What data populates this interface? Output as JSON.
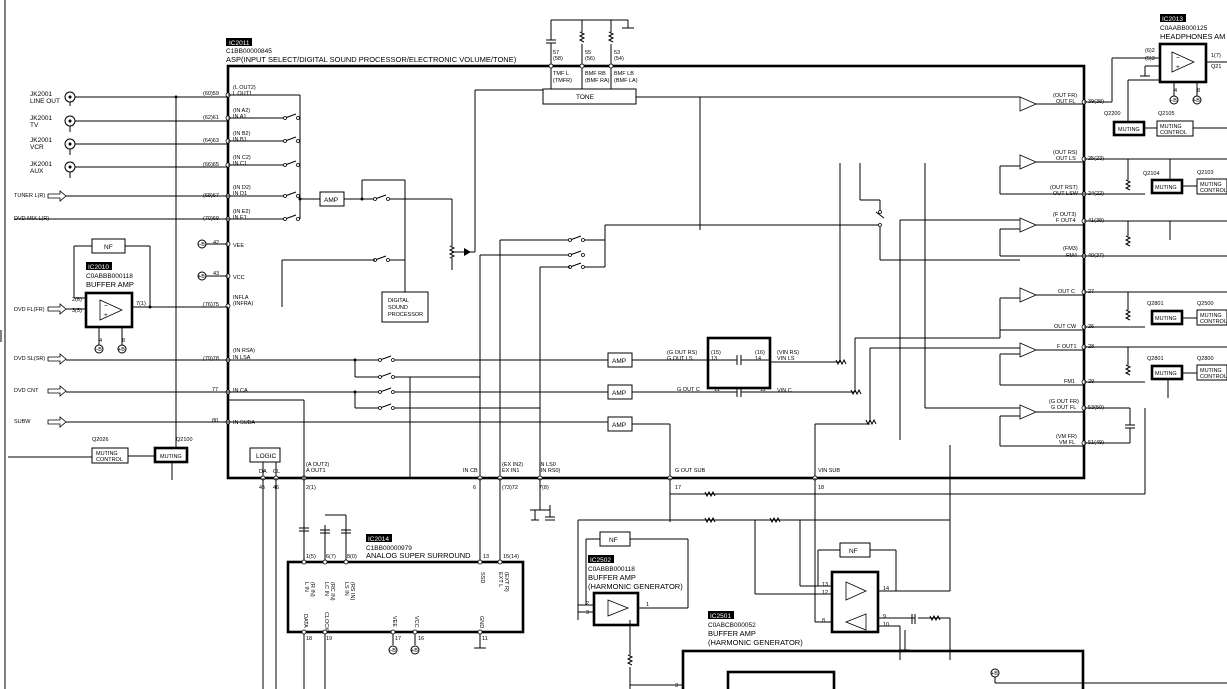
{
  "ics": {
    "ic2011": {
      "ref": "IC2011",
      "part": "C1BB00000845",
      "desc": "ASP(INPUT SELECT/DIGITAL SOUND PROCESSOR/ELECTRONIC VOLUME/TONE)"
    },
    "ic2013": {
      "ref": "IC2013",
      "part": "C0AABB000125",
      "desc": "HEADPHONES AM"
    },
    "ic2010": {
      "ref": "IC2010",
      "part": "C0ABBB000118",
      "desc": "BUFFER AMP"
    },
    "ic2014": {
      "ref": "IC2014",
      "part": "C1BB00000979",
      "desc": "ANALOG SUPER SURROUND"
    },
    "ic2502": {
      "ref": "IC2502",
      "part": "C0ABBB000118",
      "desc1": "BUFFER AMP",
      "desc2": "(HARMONIC GENERATOR)"
    },
    "ic2501": {
      "ref": "IC2501",
      "part": "C0ABCB000052",
      "desc1": "BUFFER AMP",
      "desc2": "(HARMONIC GENERATOR)"
    }
  },
  "jacks": [
    {
      "ref": "JK2001",
      "name": "LINE OUT"
    },
    {
      "ref": "JK2001",
      "name": "TV"
    },
    {
      "ref": "JK2001",
      "name": "VCR"
    },
    {
      "ref": "JK2001",
      "name": "AUX"
    }
  ],
  "inputs": {
    "tuner": "TUNER L(R)",
    "dvd_mix": "DVD MIX L(R)",
    "dvd_fl": "DVD FL(FR)",
    "dvd_sl": "DVD SL(SR)",
    "dvd_cnt": "DVD CNT",
    "subw": "SUBW"
  },
  "left_pins": [
    {
      "num": "(60)59",
      "n1": "(L OUT2)",
      "n2": "L OUT1"
    },
    {
      "num": "(62)61",
      "n1": "(IN A2)",
      "n2": "IN A1"
    },
    {
      "num": "(64)63",
      "n1": "(IN B2)",
      "n2": "IN B1"
    },
    {
      "num": "(66)65",
      "n1": "(IN C2)",
      "n2": "IN C1"
    },
    {
      "num": "(68)67",
      "n1": "(IN D2)",
      "n2": "IN D1"
    },
    {
      "num": "(70)69",
      "n1": "(IN E2)",
      "n2": "IN E1"
    },
    {
      "num": "42",
      "n1": "",
      "n2": "VEE"
    },
    {
      "num": "43",
      "n1": "",
      "n2": "VCC"
    },
    {
      "num": "(76)75",
      "n1": "INFLA",
      "n2": "(INFRA)"
    },
    {
      "num": "(79)78",
      "n1": "(IN RSA)",
      "n2": "IN LSA"
    },
    {
      "num": "77",
      "n1": "",
      "n2": "IN CA"
    },
    {
      "num": "80",
      "n1": "",
      "n2": "IN SUBA"
    }
  ],
  "right_pins": [
    {
      "num": "39(38)",
      "n1": "(OUT FR)",
      "n2": "OUT FL"
    },
    {
      "num": "25(23)",
      "n1": "(OUT RS)",
      "n2": "OUT LS"
    },
    {
      "num": "24(22)",
      "n1": "(OUT RST)",
      "n2": "OUT LSW"
    },
    {
      "num": "41(38)",
      "n1": "(F OUT3)",
      "n2": "F OUT4"
    },
    {
      "num": "40(37)",
      "n1": "(FM3)",
      "n2": "FM4"
    },
    {
      "num": "27",
      "n1": "",
      "n2": "OUT C"
    },
    {
      "num": "26",
      "n1": "",
      "n2": "OUT CW"
    },
    {
      "num": "28",
      "n1": "",
      "n2": "F OUT1"
    },
    {
      "num": "29",
      "n1": "",
      "n2": "FM1"
    },
    {
      "num": "53(50)",
      "n1": "(G OUT FR)",
      "n2": "G OUT FL"
    },
    {
      "num": "51(49)",
      "n1": "(VM FR)",
      "n2": "VM FL"
    }
  ],
  "bottom_pins": [
    {
      "num": "45",
      "name": "DA"
    },
    {
      "num": "46",
      "name": "CL"
    },
    {
      "num": "2(1)",
      "name": "(A OUT2)",
      "name2": "A OUT1"
    },
    {
      "num": "6",
      "name": "IN CB"
    },
    {
      "num": "(73)72",
      "name": "(EX IN2)",
      "name2": "EX IN1"
    },
    {
      "num": "7(8)",
      "name": "IN LS0",
      "name2": "(IN RS0)"
    },
    {
      "num": "17",
      "name": "G OUT SUB"
    },
    {
      "num": "18",
      "name": "VIN SUB"
    }
  ],
  "tone": {
    "label": "TONE",
    "caps": [
      {
        "n1": "57",
        "n2": "(58)"
      },
      {
        "n1": "55",
        "n2": "(56)"
      },
      {
        "n1": "53",
        "n2": "(54)"
      }
    ],
    "pins": [
      {
        "n1": "TMF L",
        "n2": "(TMFR)"
      },
      {
        "n1": "BMF RB",
        "n2": "(BMF RA)"
      },
      {
        "n1": "BMF LB",
        "n2": "(BMF LA)"
      }
    ]
  },
  "blocks": {
    "amp": "AMP",
    "nf": "NF",
    "dsp1": "DIGITAL",
    "dsp2": "SOUND",
    "dsp3": "PROCESSOR",
    "logic": "LOGIC",
    "muting": "MUTING",
    "muting_ctrl1": "MUTING",
    "muting_ctrl2": "CONTROL"
  },
  "transistors": {
    "q2026": "Q2026",
    "q2100": "Q2100",
    "q2200": "Q2200",
    "q2105": "Q2105",
    "q2104": "Q2104",
    "q2103": "Q2103",
    "q2801a": "Q2801",
    "q2500": "Q2500",
    "q2801b": "Q2801",
    "q2800": "Q2800"
  },
  "vin_box": {
    "p1": "(15)",
    "p1b": "13",
    "p2": "(16)",
    "p2b": "14",
    "p3": "11",
    "p4": "12",
    "l1": "(G OUT RS)",
    "l2": "G OUT LS",
    "l3": "(VIN RS)",
    "l4": "VIN LS",
    "l5": "G OUT C",
    "l6": "VIN C"
  },
  "surround_pins": [
    {
      "num": "1(5)",
      "name": "L IN",
      "name2": "(R IN)"
    },
    {
      "num": "6(7)",
      "name": "LC IN",
      "name2": "(RC IN)"
    },
    {
      "num": "8(0)",
      "name": "LS IN",
      "name2": "(RS IN)"
    },
    {
      "num": "13",
      "name": "SSD"
    },
    {
      "num": "15(14)",
      "name": "EXT L",
      "name2": "(EXT R)"
    },
    {
      "num": "18",
      "name": "DATA"
    },
    {
      "num": "19",
      "name": "CLOCK"
    },
    {
      "num": "17",
      "name": "VEE"
    },
    {
      "num": "16",
      "name": "VCC"
    },
    {
      "num": "11",
      "name": "GND"
    }
  ],
  "misc": {
    "minus": "−B",
    "plus": "+B",
    "p2": "2(6)",
    "p3": "3(5)",
    "p7": "7(1)",
    "p4": "4",
    "p8": "8",
    "p1": "1",
    "p2b": "2",
    "p3b": "3",
    "p9": "9",
    "p10": "10",
    "p12": "12",
    "p13": "13",
    "p14": "14",
    "p8b": "8",
    "hp62": "(6)2",
    "hp53": "(5)3",
    "hp7": "1(7)",
    "q21": "Q21"
  }
}
